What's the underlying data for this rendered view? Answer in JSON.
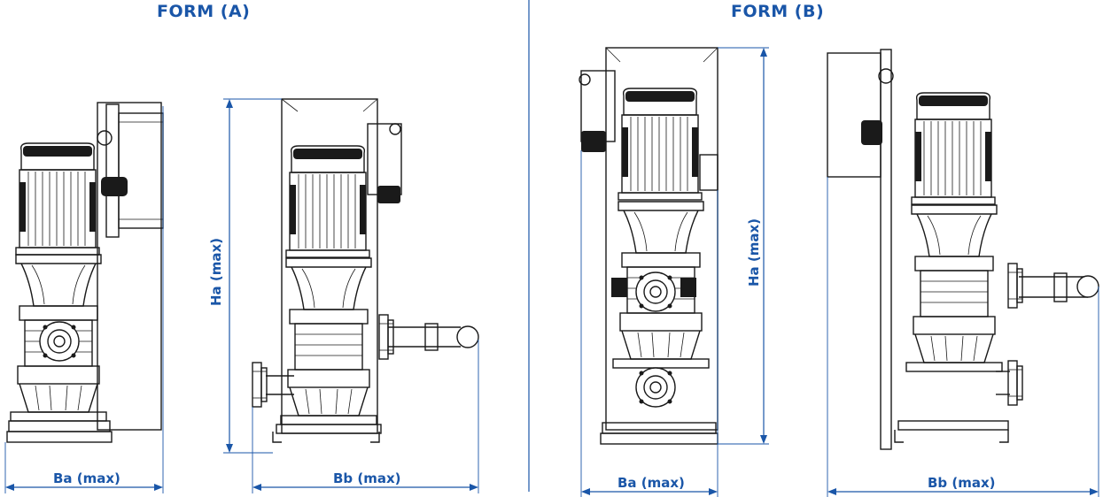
{
  "forms": [
    {
      "title": "FORM (A)",
      "dims": {
        "width_a": "Ba (max)",
        "height": "Ha (max)",
        "width_b": "Bb (max)"
      }
    },
    {
      "title": "FORM (B)",
      "dims": {
        "width_a": "Ba (max)",
        "height": "Ha (max)",
        "width_b": "Bb (max)"
      }
    }
  ],
  "colors": {
    "dimension": "#1a56a8",
    "drawing": "#1a1a1a"
  }
}
